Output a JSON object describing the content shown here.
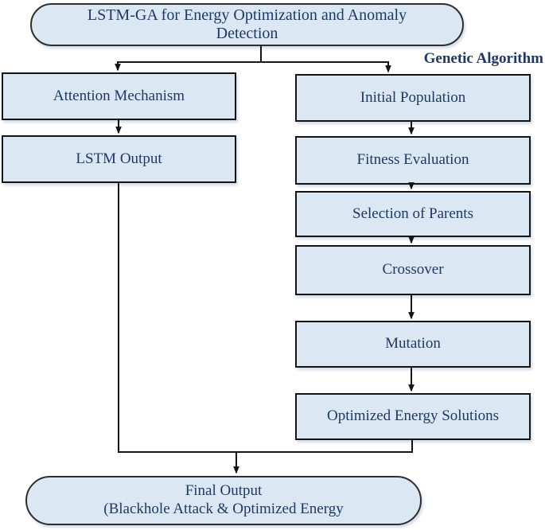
{
  "diagram": {
    "title": "LSTM-GA for Energy Optimization and Anomaly Detection",
    "branch_label": "Genetic Algorithm",
    "nodes": {
      "attention": "Attention Mechanism",
      "lstm_output": "LSTM Output",
      "initial_population": "Initial Population",
      "fitness_evaluation": "Fitness Evaluation",
      "selection_of_parents": "Selection of Parents",
      "crossover": "Crossover",
      "mutation": "Mutation",
      "optimized_energy": "Optimized Energy Solutions",
      "final_output_line1": "Final Output",
      "final_output_line2": "(Blackhole Attack & Optimized Energy"
    },
    "edges": [
      {
        "from": "title",
        "to": "attention"
      },
      {
        "from": "title",
        "to": "initial_population"
      },
      {
        "from": "attention",
        "to": "lstm_output"
      },
      {
        "from": "initial_population",
        "to": "fitness_evaluation"
      },
      {
        "from": "fitness_evaluation",
        "to": "selection_of_parents"
      },
      {
        "from": "selection_of_parents",
        "to": "crossover"
      },
      {
        "from": "crossover",
        "to": "mutation"
      },
      {
        "from": "mutation",
        "to": "optimized_energy"
      },
      {
        "from": "lstm_output",
        "to": "final_output"
      },
      {
        "from": "optimized_energy",
        "to": "final_output"
      }
    ],
    "colors": {
      "node_fill": "#dbe7f3",
      "node_border": "#141414",
      "text": "#1f3864",
      "connector": "#141414"
    }
  }
}
